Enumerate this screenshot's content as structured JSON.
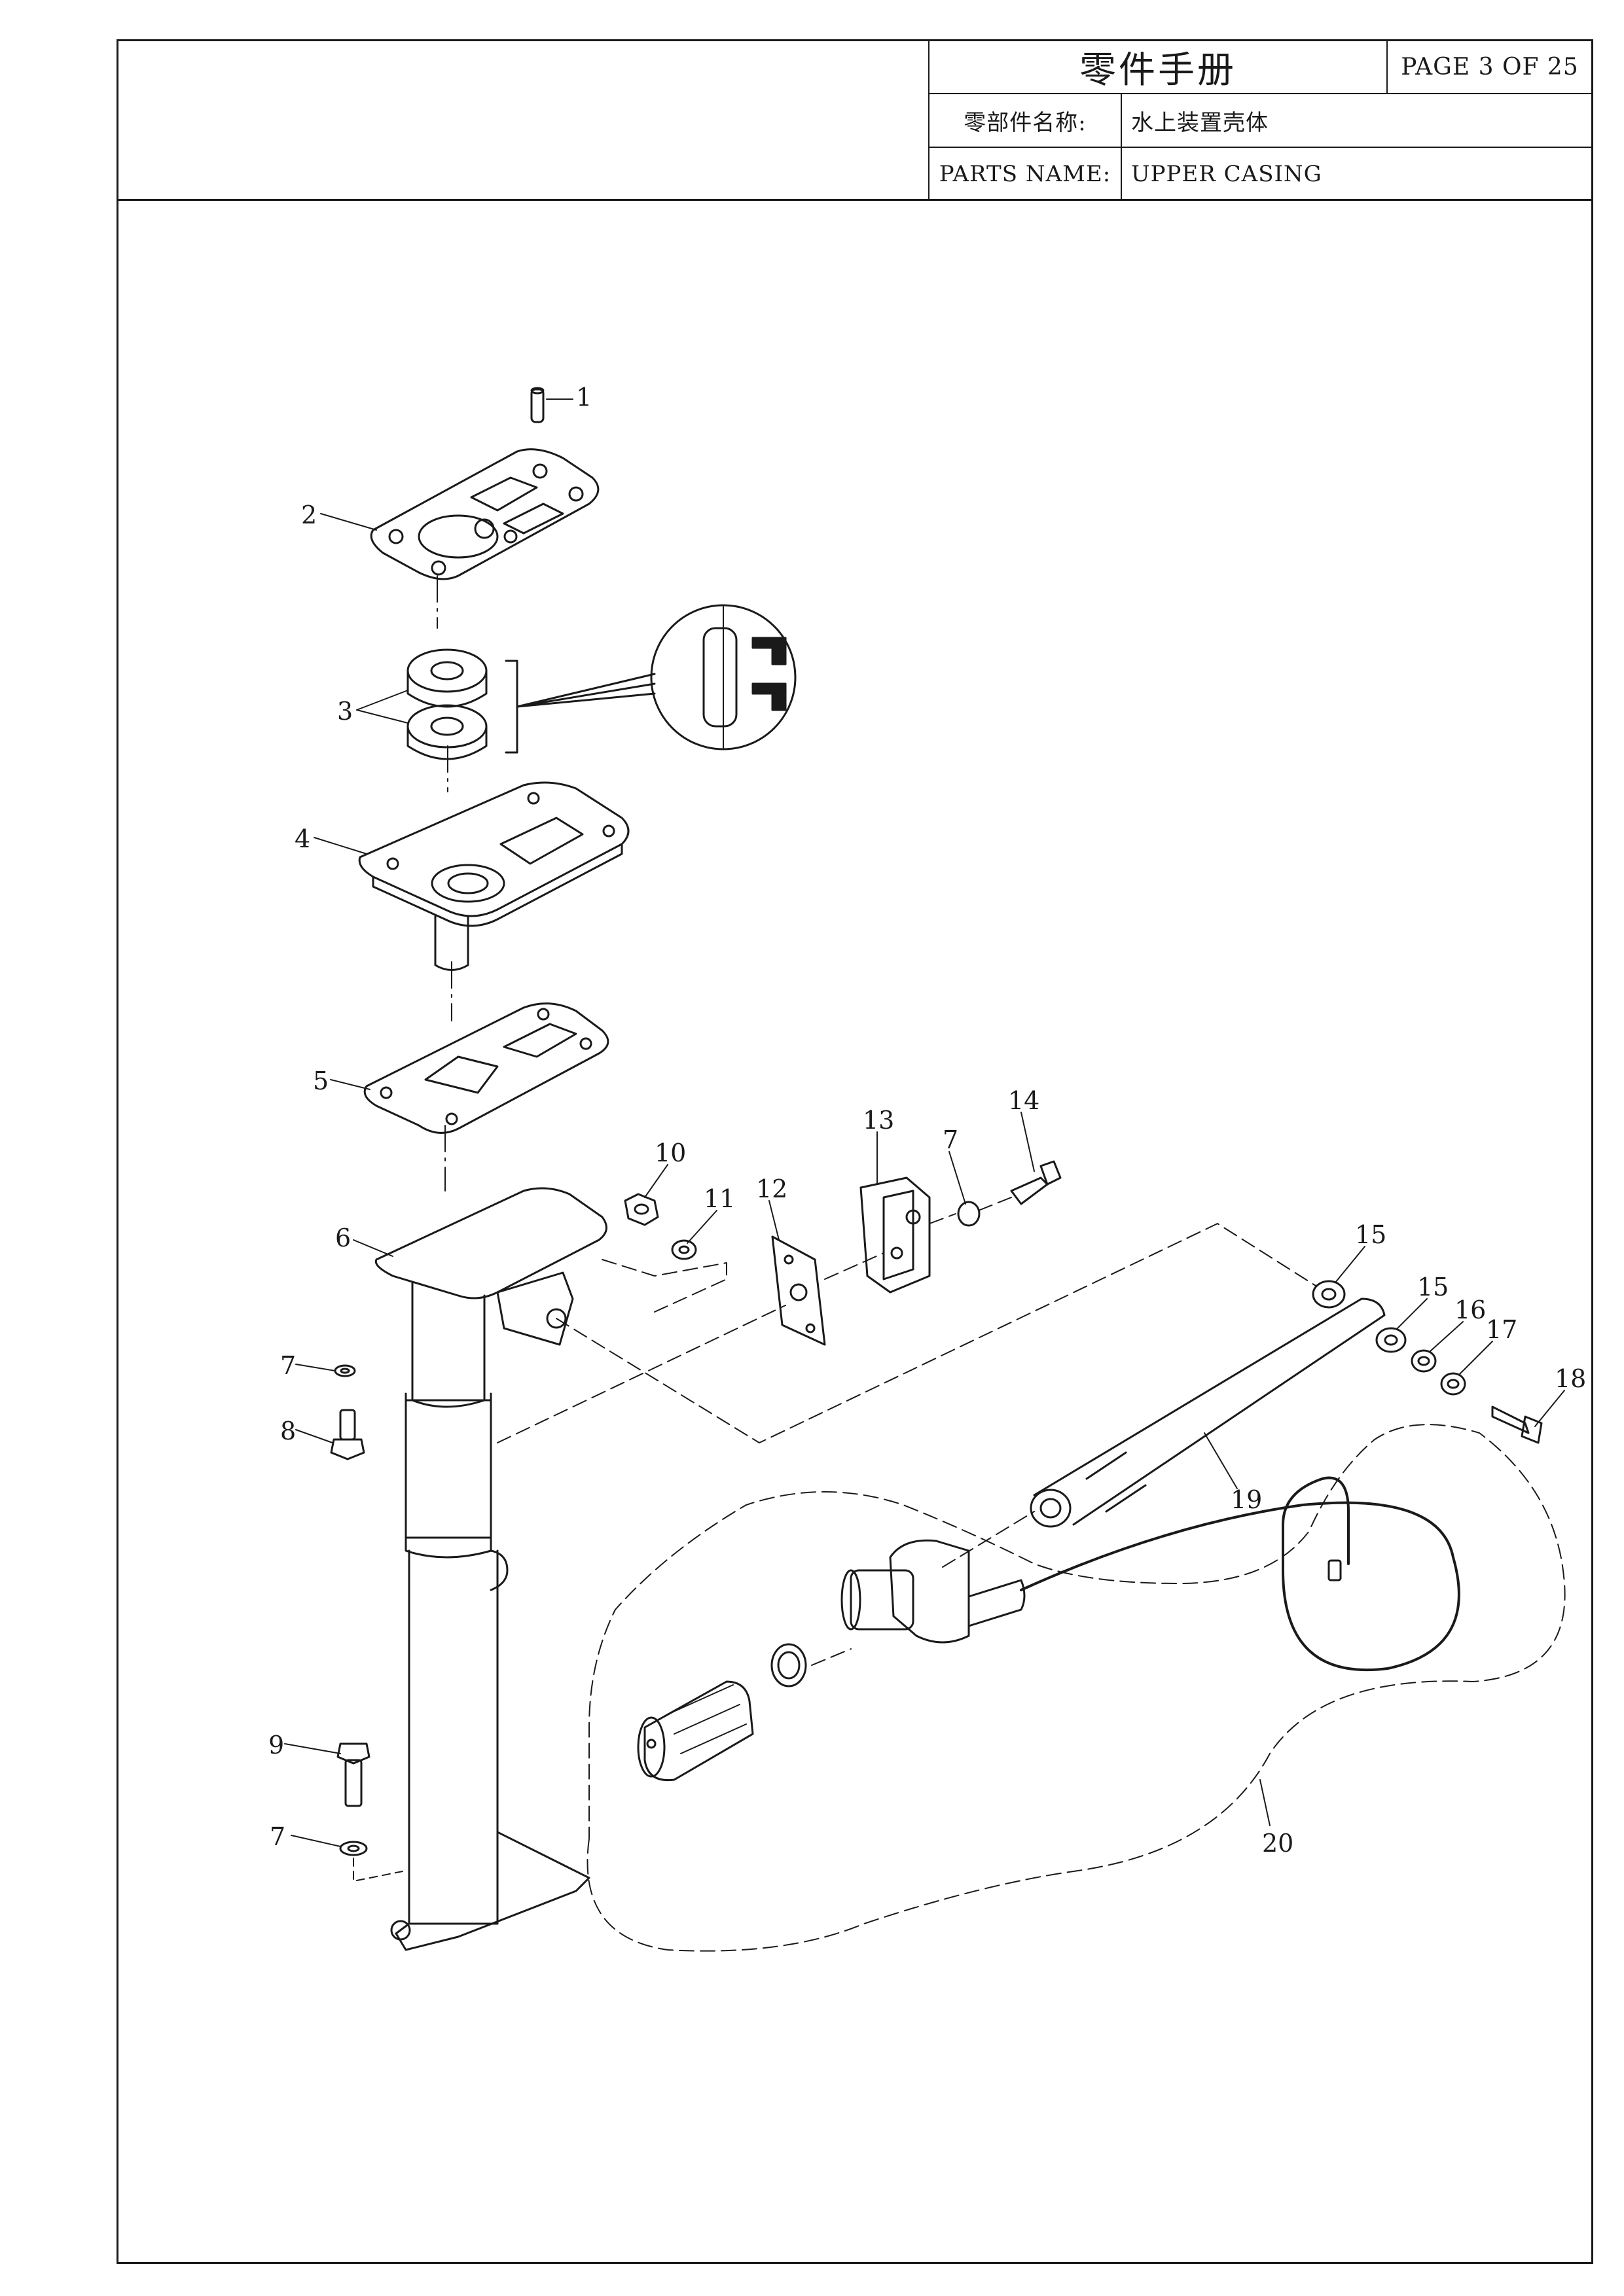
{
  "header": {
    "manual_title": "零件手册",
    "page_label": "PAGE 3 OF 25",
    "name_cn_label": "零部件名称:",
    "name_cn_value": "水上装置壳体",
    "name_en_label": "PARTS NAME:",
    "name_en_value": "UPPER CASING"
  },
  "callouts": [
    "1",
    "2",
    "3",
    "4",
    "5",
    "6",
    "7",
    "8",
    "9",
    "7",
    "10",
    "11",
    "12",
    "13",
    "7",
    "14",
    "15",
    "15",
    "16",
    "17",
    "18",
    "19",
    "20"
  ]
}
